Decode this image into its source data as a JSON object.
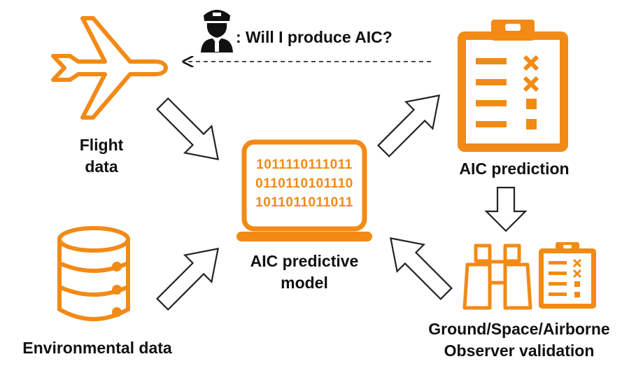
{
  "colors": {
    "accent": "#F28A16",
    "text": "#111111",
    "arrow_outline": "#222222"
  },
  "question": {
    "icon": "pilot-icon",
    "text": ": Will I produce AIC?"
  },
  "nodes": {
    "flight": {
      "icon": "airplane-icon",
      "line1": "Flight",
      "line2": "data"
    },
    "environmental": {
      "icon": "database-icon",
      "label": "Environmental data"
    },
    "model": {
      "icon": "laptop-icon",
      "binary": [
        "1011110111011",
        "0110110101110",
        "1011011011011"
      ],
      "line1": "AIC predictive",
      "line2": "model"
    },
    "prediction": {
      "icon": "clipboard-checklist-icon",
      "label": "AIC prediction"
    },
    "validation": {
      "icons": [
        "binoculars-icon",
        "clipboard-checklist-icon"
      ],
      "line1": "Ground/Space/Airborne",
      "line2": "Observer validation"
    }
  }
}
